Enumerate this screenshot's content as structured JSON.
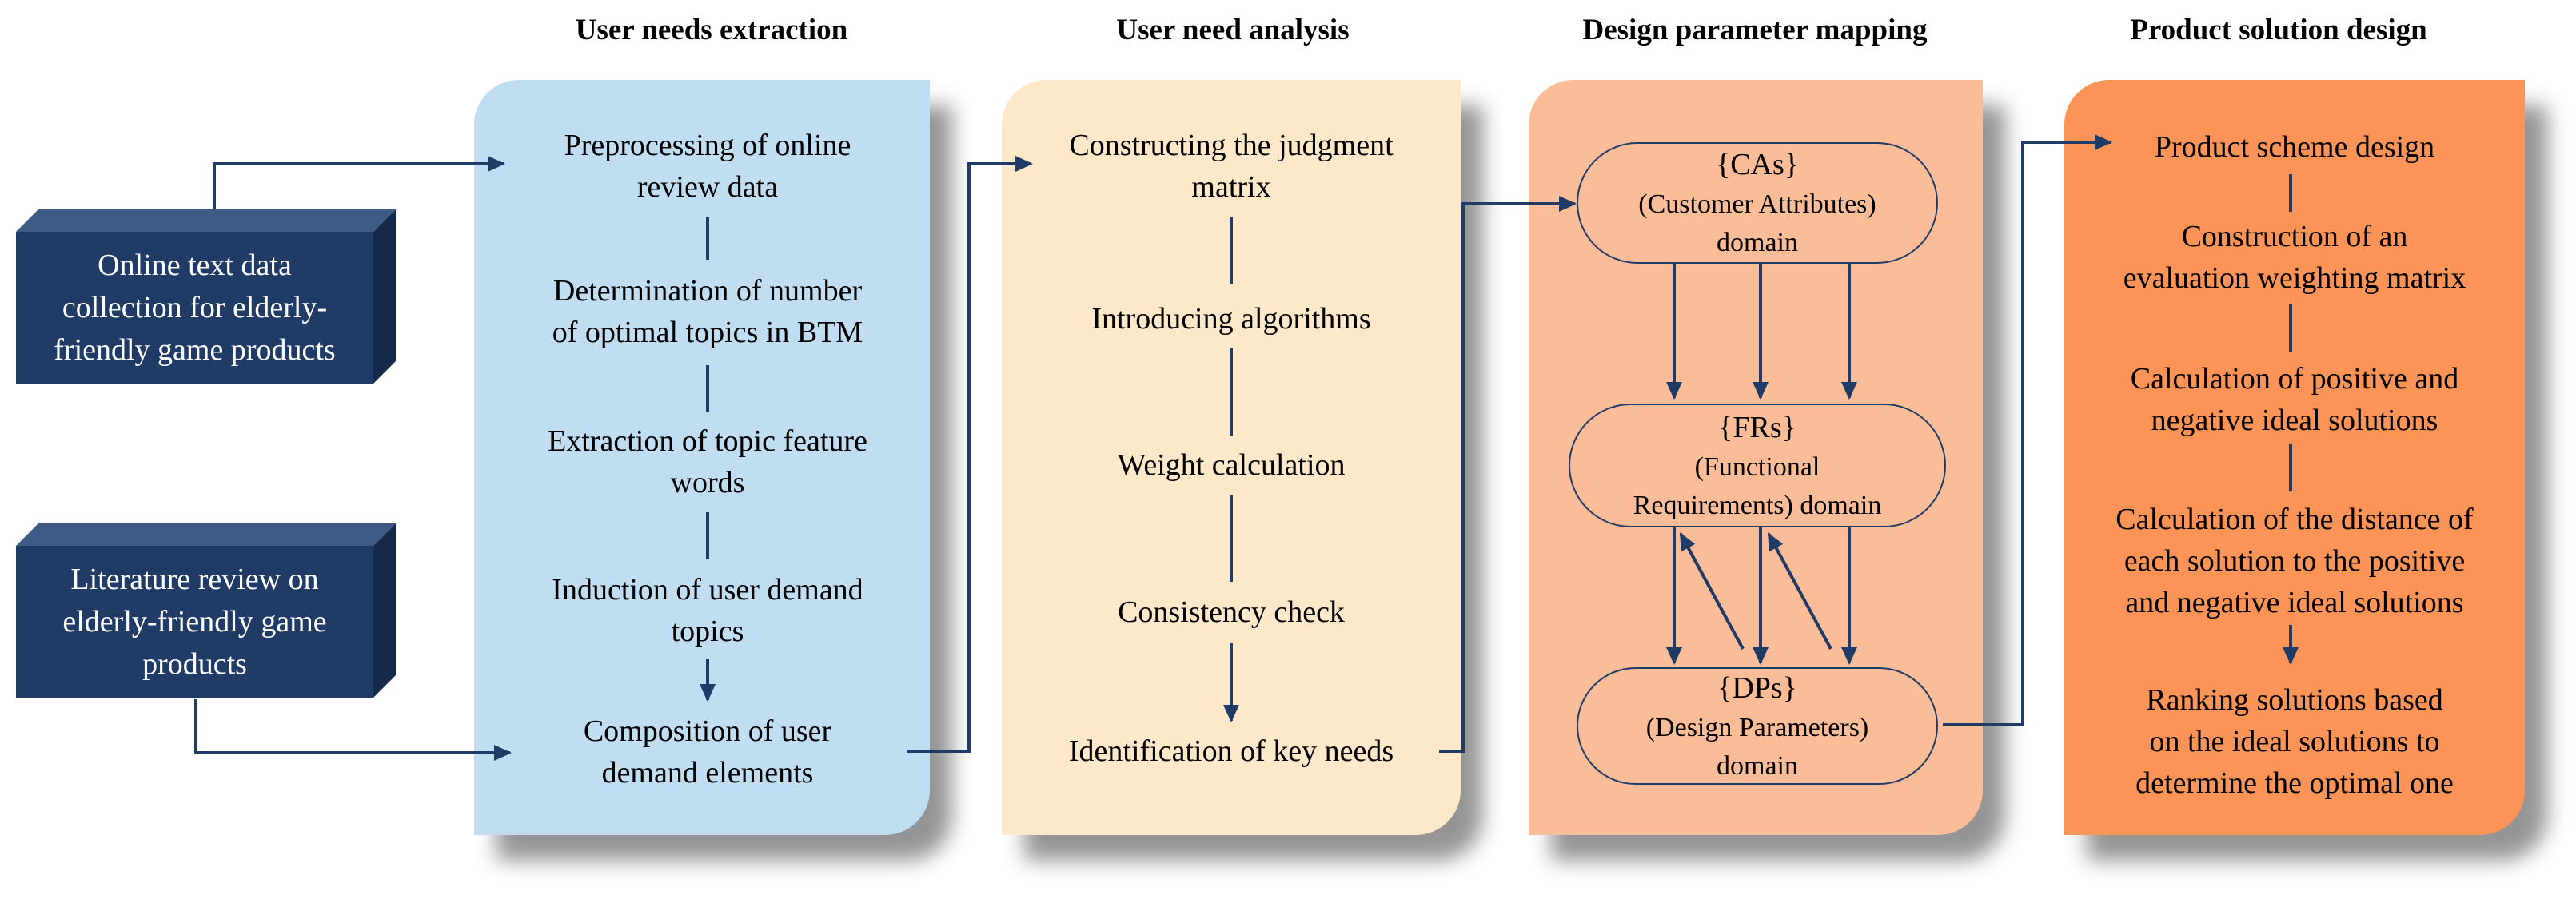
{
  "headers": {
    "user_needs_extraction": "User needs extraction",
    "user_need_analysis": "User need analysis",
    "design_parameter_mapping": "Design parameter mapping",
    "product_solution_design": "Product solution design"
  },
  "sources": {
    "online_data": "Online text data\ncollection for elderly-\nfriendly game products",
    "literature": "Literature review on\nelderly-friendly game\nproducts"
  },
  "extraction_steps": [
    {
      "line1": "Preprocessing of online",
      "line2": "review data"
    },
    {
      "line1": "Determination of number",
      "line2": "of optimal topics in BTM"
    },
    {
      "line1": "Extraction of topic feature",
      "line2": "words"
    },
    {
      "line1": "Induction of user demand",
      "line2": "topics"
    },
    {
      "line1": "Composition of user",
      "line2": "demand elements"
    }
  ],
  "analysis_steps": [
    {
      "line1": "Constructing the judgment",
      "line2": "matrix"
    },
    {
      "line1": "Introducing algorithms"
    },
    {
      "line1": "Weight calculation"
    },
    {
      "line1": "Consistency check"
    },
    {
      "line1": "Identification of key needs"
    }
  ],
  "mapping_domains": [
    {
      "abbr": "{CAs}",
      "line1": "(Customer Attributes)",
      "line2": "domain"
    },
    {
      "abbr": "{FRs}",
      "line1": "(Functional",
      "line2": "Requirements) domain"
    },
    {
      "abbr": "{DPs}",
      "line1": "(Design Parameters)",
      "line2": "domain"
    }
  ],
  "solution_steps": [
    {
      "line1": "Product scheme design"
    },
    {
      "line1": "Construction of an",
      "line2": "evaluation weighting matrix"
    },
    {
      "line1": "Calculation of positive and",
      "line2": "negative ideal solutions"
    },
    {
      "line1": "Calculation of the distance of",
      "line2": "each solution to the positive",
      "line3": "and negative ideal solutions"
    },
    {
      "line1": "Ranking solutions based",
      "line2": "on the ideal solutions to",
      "line3": "determine the optimal one"
    }
  ],
  "colors": {
    "panel_extraction": "#c0ddf1",
    "panel_analysis": "#fde8c9",
    "panel_mapping": "#fbbd98",
    "panel_solution": "#fb9456",
    "source_box": "#1f3b66",
    "connector": "#1f3b66"
  }
}
